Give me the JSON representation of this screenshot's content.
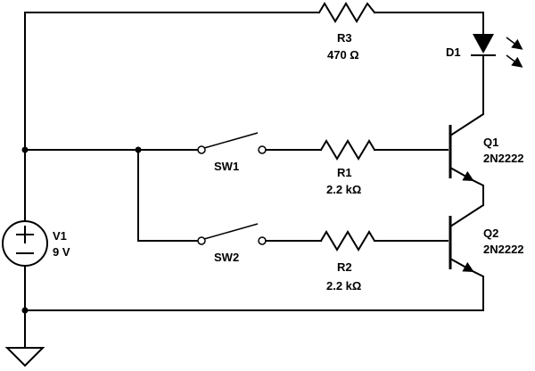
{
  "components": {
    "r3": {
      "name": "R3",
      "value": "470 Ω"
    },
    "d1": {
      "name": "D1"
    },
    "q1": {
      "name": "Q1",
      "part": "2N2222"
    },
    "q2": {
      "name": "Q2",
      "part": "2N2222"
    },
    "sw1": {
      "name": "SW1"
    },
    "sw2": {
      "name": "SW2"
    },
    "r1": {
      "name": "R1",
      "value": "2.2 kΩ"
    },
    "r2": {
      "name": "R2",
      "value": "2.2 kΩ"
    },
    "v1": {
      "name": "V1",
      "value": "9 V"
    }
  }
}
